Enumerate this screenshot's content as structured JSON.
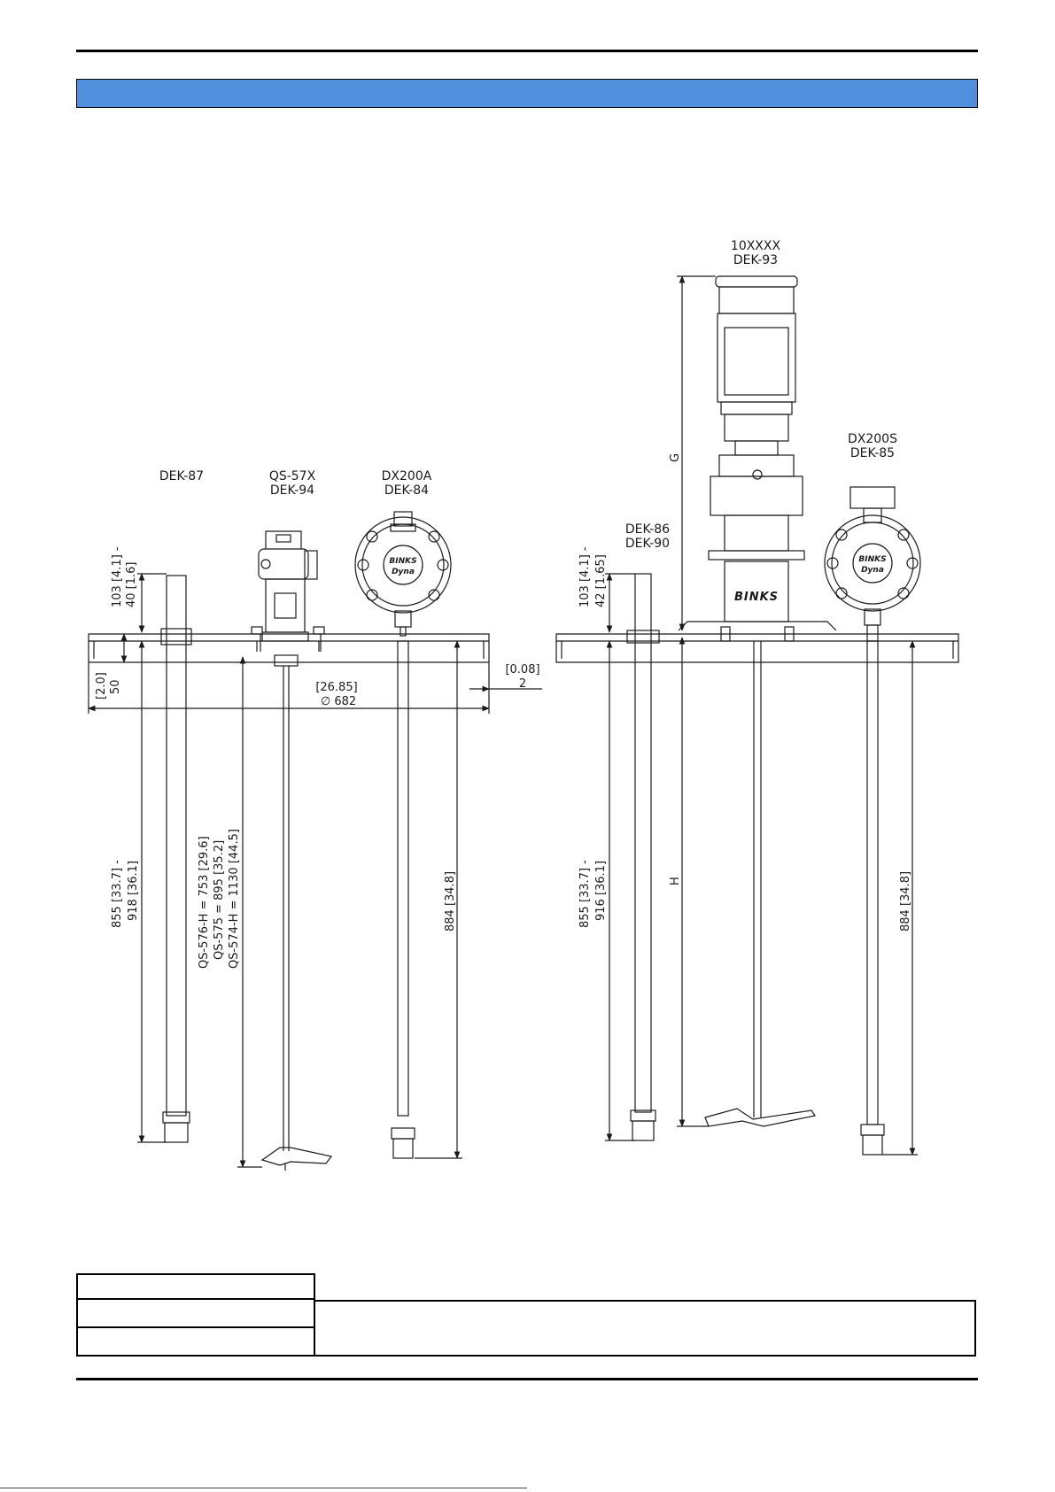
{
  "pump_labels": {
    "dek87": "DEK-87",
    "qs57x": "QS-57X",
    "dek94": "DEK-94",
    "dx200a": "DX200A",
    "dek84": "DEK-84",
    "x10xxxx": "10XXXX",
    "dek93": "DEK-93",
    "dx200s": "DX200S",
    "dek85": "DEK-85",
    "dek86": "DEK-86",
    "dek90": "DEK-90"
  },
  "left_dims": {
    "top_a": "103 [4.1] -",
    "top_b": "40 [1.6]",
    "flange_a": "[2.0]",
    "flange_b": "50",
    "lip_a": "[0.08]",
    "lip_b": "2",
    "dia_a": "[26.85]",
    "dia_b": "∅ 682",
    "tube_a": "855 [33.7] -",
    "tube_b": "918 [36.1]",
    "mixer_1": "QS-576-H = 753 [29.6]",
    "mixer_2": "QS-575 = 895 [35.2]",
    "mixer_3": "QS-574-H = 1130 [44.5]",
    "pump_depth": "884 [34.8]"
  },
  "right_dims": {
    "top_a": "103 [4.1] -",
    "top_b": "42 [1.65]",
    "height_g": "G",
    "height_h": "H",
    "tube_a": "855 [33.7] -",
    "tube_b": "916 [36.1]",
    "pump_depth": "884 [34.8]"
  },
  "brand": {
    "pump_logo_1": "BINKS",
    "pump_logo_2": "Dyna",
    "plate_logo": "BINKS"
  },
  "colors": {
    "header_bar": "#4f8fdb",
    "line": "#1a1a1a"
  }
}
